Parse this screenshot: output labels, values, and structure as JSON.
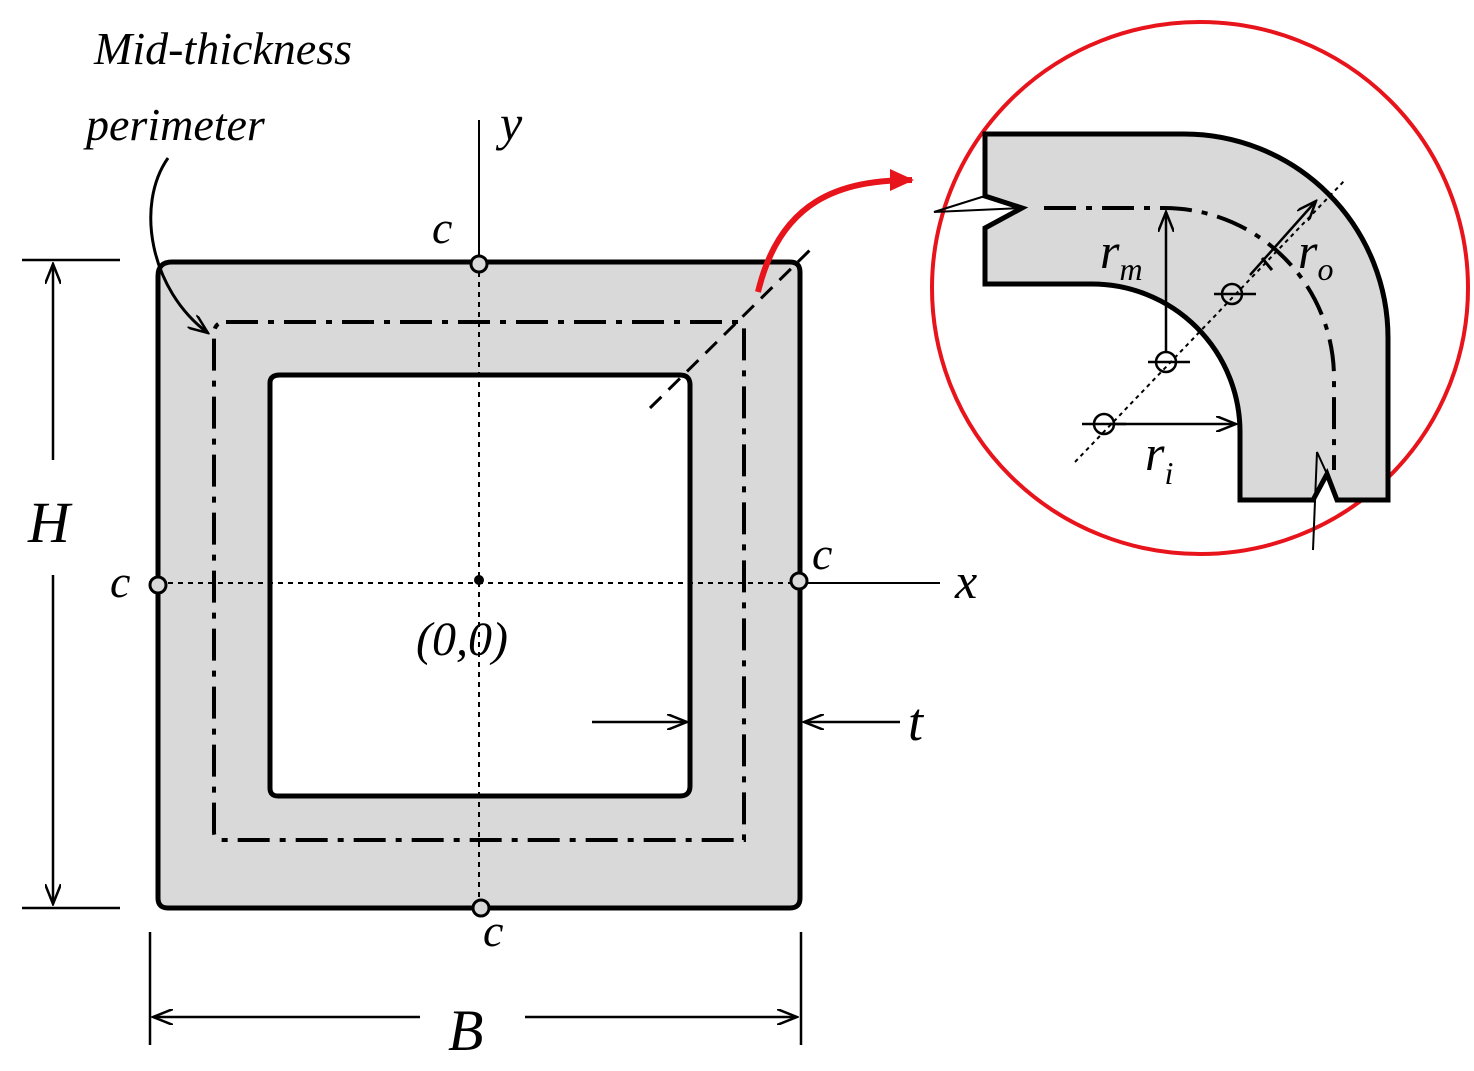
{
  "annotation": {
    "line1": "Mid-thickness",
    "line2": "perimeter"
  },
  "axes": {
    "x_label": "x",
    "y_label": "y",
    "origin_label": "(0,0)"
  },
  "points": {
    "top": "c",
    "bottom": "c",
    "left": "c",
    "right": "c"
  },
  "dimensions": {
    "height": "H",
    "width": "B",
    "thickness": "t"
  },
  "detail": {
    "r_mid": "r",
    "r_mid_sub": "m",
    "r_out": "r",
    "r_out_sub": "o",
    "r_in": "r",
    "r_in_sub": "i"
  },
  "colors": {
    "section_fill": "#d9d9d9",
    "stroke": "#000000",
    "callout": "#e8141c"
  }
}
